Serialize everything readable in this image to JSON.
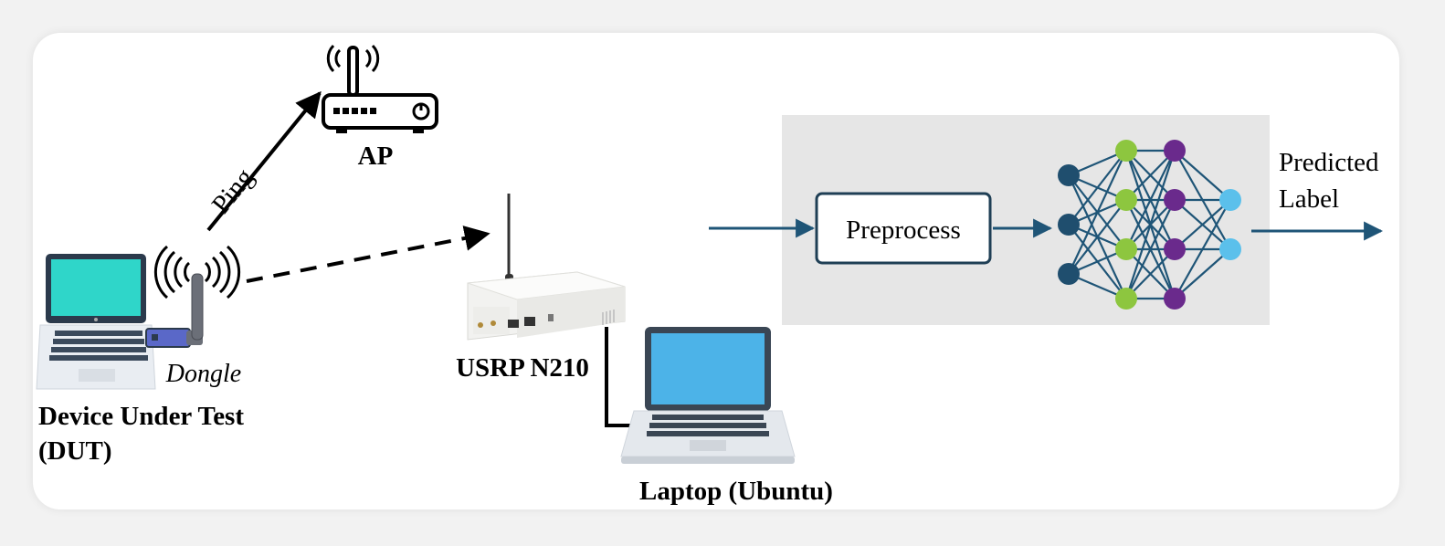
{
  "labels": {
    "ap": "AP",
    "ping": "Ping",
    "dongle": "Dongle",
    "dut_line1": "Device Under Test",
    "dut_line2": "(DUT)",
    "usrp": "USRP N210",
    "laptop": "Laptop (Ubuntu)",
    "preprocess": "Preprocess",
    "predicted_line1": "Predicted",
    "predicted_line2": "Label"
  },
  "network": {
    "layers": [
      3,
      4,
      4,
      2
    ],
    "layer_colors": [
      "#1f4e6e",
      "#8dc63f",
      "#6a2a8c",
      "#5bc0eb"
    ]
  },
  "colors": {
    "arrow_blue": "#1f5577",
    "panel_gray": "#e6e6e6",
    "screen_teal": "#2fd6c9",
    "screen_blue": "#4cb3e8",
    "dongle_blue": "#5a68c8"
  },
  "icons": [
    "router-icon",
    "wifi-signal-icon",
    "laptop-icon",
    "usb-dongle-icon",
    "antenna-icon",
    "usrp-device-icon",
    "neural-network-icon"
  ]
}
